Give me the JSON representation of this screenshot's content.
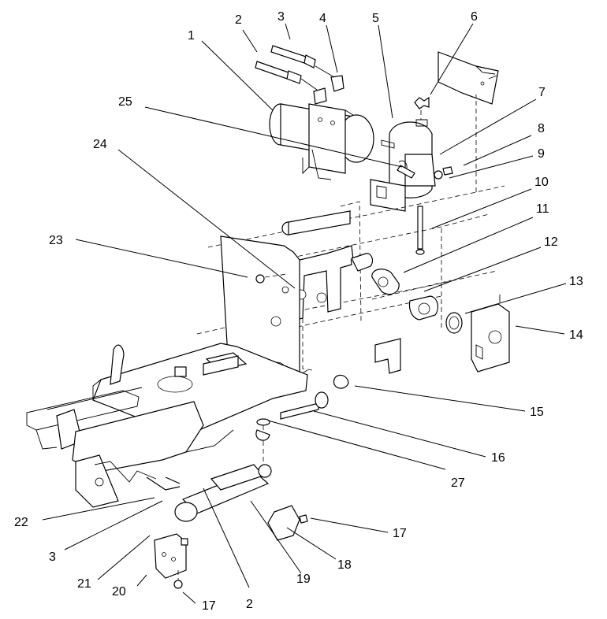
{
  "callouts": [
    {
      "label": "1"
    },
    {
      "label": "2"
    },
    {
      "label": "3"
    },
    {
      "label": "4"
    },
    {
      "label": "5"
    },
    {
      "label": "6"
    },
    {
      "label": "7"
    },
    {
      "label": "8"
    },
    {
      "label": "9"
    },
    {
      "label": "10"
    },
    {
      "label": "11"
    },
    {
      "label": "12"
    },
    {
      "label": "13"
    },
    {
      "label": "14"
    },
    {
      "label": "15"
    },
    {
      "label": "16"
    },
    {
      "label": "17"
    },
    {
      "label": "18"
    },
    {
      "label": "19"
    },
    {
      "label": "20"
    },
    {
      "label": "21"
    },
    {
      "label": "22"
    },
    {
      "label": "23"
    },
    {
      "label": "24"
    },
    {
      "label": "25"
    },
    {
      "label": "27"
    },
    {
      "label": "2"
    },
    {
      "label": "3"
    },
    {
      "label": "17"
    }
  ]
}
